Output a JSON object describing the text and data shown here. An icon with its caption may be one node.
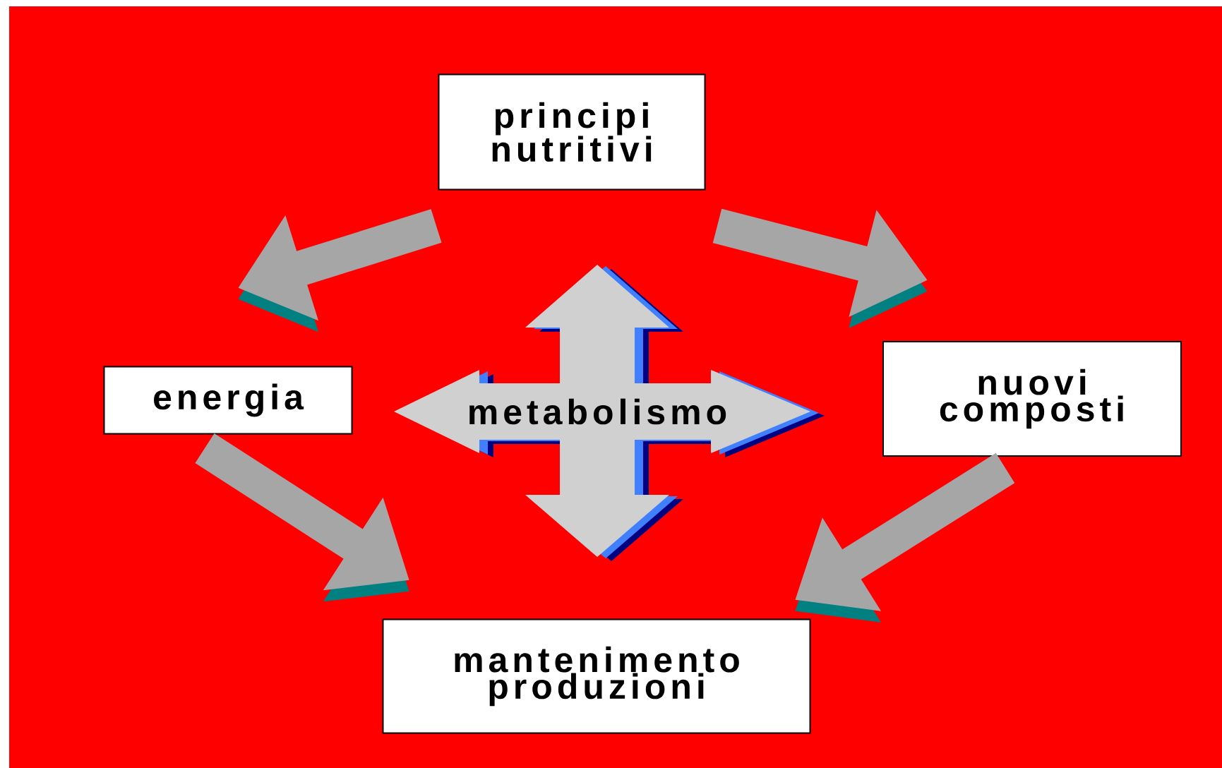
{
  "diagram": {
    "nodes": [
      {
        "text": [
          "principi nutritivi"
        ]
      },
      {
        "text": [
          "energia"
        ]
      },
      {
        "text": [
          "metabolismo"
        ]
      },
      {
        "text": [
          "nuovi composti"
        ]
      },
      {
        "text": [
          "mantenimento produzioni"
        ]
      }
    ],
    "edges": [
      {
        "from": 0,
        "to": 1,
        "arrow": "to"
      },
      {
        "from": 0,
        "to": 3,
        "arrow": "to"
      },
      {
        "from": 1,
        "to": 4,
        "arrow": "to"
      },
      {
        "from": 3,
        "to": 4,
        "arrow": "to"
      }
    ]
  }
}
